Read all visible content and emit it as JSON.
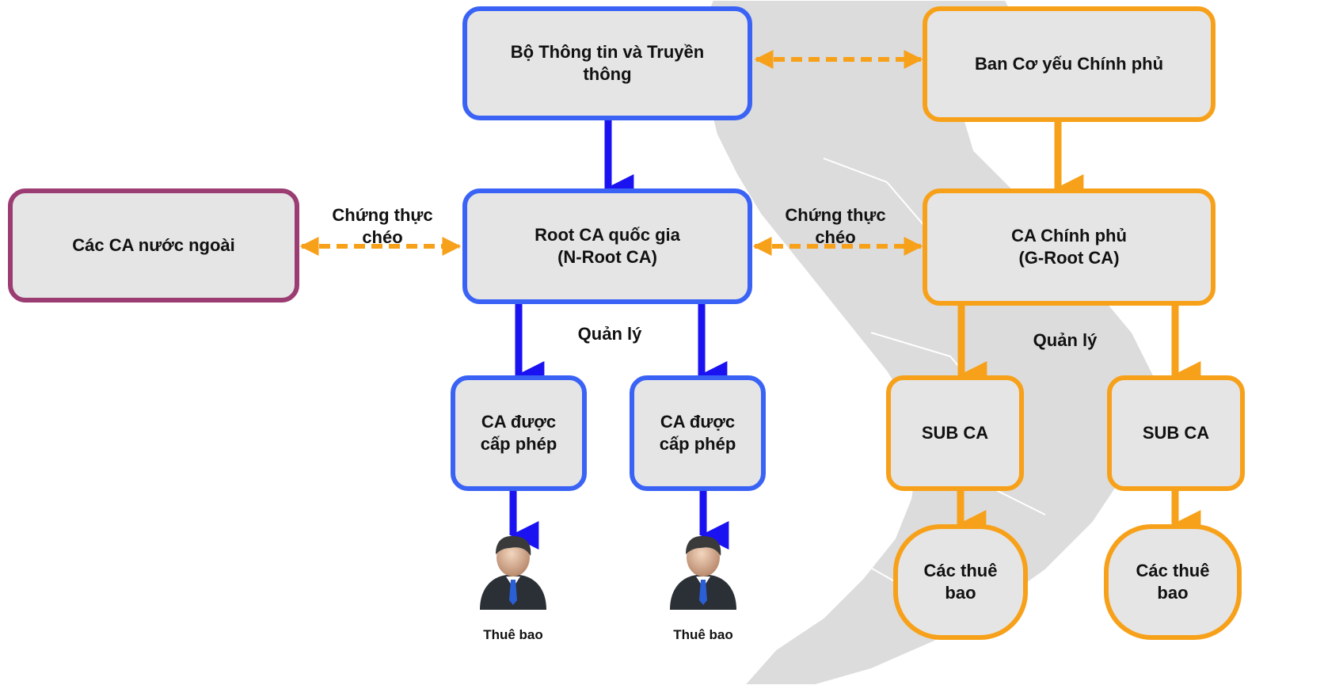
{
  "colors": {
    "blue": "#3a63f6",
    "blue_arrow": "#1a12f0",
    "orange": "#f7a11a",
    "purple": "#9b3c72",
    "box_fill": "#e5e5e5",
    "map_fill": "#dcdcdc"
  },
  "nodes": {
    "bo_tttt": "Bộ Thông tin và Truyền\nthông",
    "ban_co_yeu": "Ban Cơ yếu Chính phủ",
    "ca_nuoc_ngoai": "Các CA nước ngoài",
    "root_ca": "Root CA quốc gia\n(N-Root CA)",
    "ca_chinh_phu": "CA Chính phủ\n(G-Root CA)",
    "ca_cap_phep_1": "CA được\ncấp phép",
    "ca_cap_phep_2": "CA được\ncấp phép",
    "sub_ca_1": "SUB CA",
    "sub_ca_2": "SUB CA",
    "cac_thue_bao_1": "Các thuê\nbao",
    "cac_thue_bao_2": "Các thuê\nbao"
  },
  "labels": {
    "cross_cert_left": "Chứng thực\nchéo",
    "cross_cert_right": "Chứng thực\nchéo",
    "quan_ly_left": "Quản lý",
    "quan_ly_right": "Quản lý",
    "subscriber_1": "Thuê bao",
    "subscriber_2": "Thuê bao"
  },
  "icons": {
    "background": "vietnam-map-icon",
    "subscriber": "businessman-icon"
  }
}
